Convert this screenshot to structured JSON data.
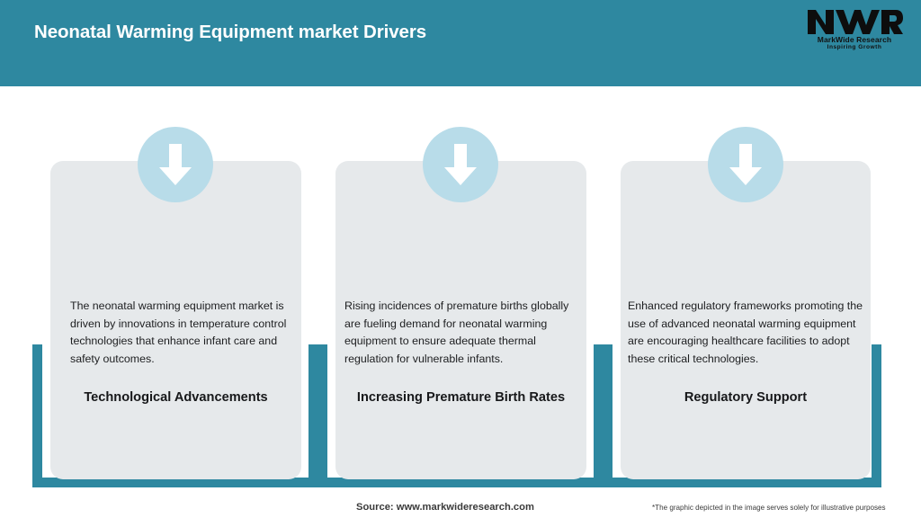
{
  "header": {
    "title": "Neonatal Warming Equipment market Drivers",
    "background_color": "#2e88a0",
    "title_color": "#ffffff"
  },
  "logo": {
    "mark_text": "MWR",
    "name": "MarkWide Research",
    "tagline": "Inspiring Growth"
  },
  "theme": {
    "accent_teal": "#2e88a0",
    "card_background": "#e6e9eb",
    "icon_circle_color": "#b8dce9",
    "arrow_color": "#ffffff",
    "page_background": "#ffffff"
  },
  "cards": [
    {
      "icon": "arrow-down-icon",
      "title": "Technological Advancements",
      "body": "The neonatal warming equipment market is driven by innovations in temperature control technologies that enhance infant care and safety outcomes."
    },
    {
      "icon": "arrow-down-icon",
      "title": "Increasing Premature Birth Rates",
      "body": "Rising incidences of premature births globally are fueling demand for neonatal warming equipment to ensure adequate thermal regulation for vulnerable infants."
    },
    {
      "icon": "arrow-down-icon",
      "title": "Regulatory Support",
      "body": "Enhanced regulatory frameworks promoting the use of advanced neonatal warming equipment are encouraging healthcare facilities to adopt these critical technologies."
    }
  ],
  "footer": {
    "source": "Source: www.markwideresearch.com",
    "disclaimer": "*The graphic depicted in the image serves solely for illustrative purposes"
  }
}
